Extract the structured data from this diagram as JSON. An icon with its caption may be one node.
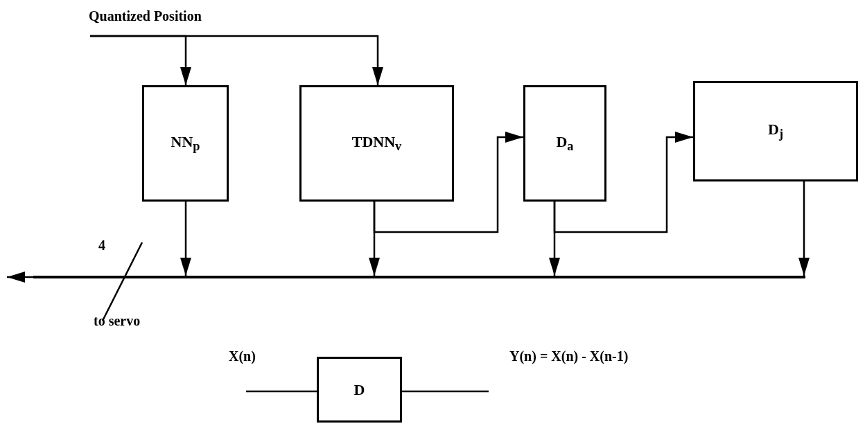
{
  "diagram": {
    "nodes": [
      {
        "text": [
          "Quantized Position"
        ]
      },
      {
        "text": [
          "NN$_{p}$"
        ]
      },
      {
        "text": [
          "TDNN$_{v}$"
        ]
      },
      {
        "text": [
          "D$_{a}$"
        ]
      },
      {
        "text": [
          "D$_{j}$"
        ]
      },
      {
        "text": [],
        "shape": "bar"
      },
      {
        "text": [
          "D"
        ]
      }
    ],
    "edges": [
      {
        "from": 0,
        "to": 1,
        "arrow": "to"
      },
      {
        "from": 0,
        "to": 2,
        "arrow": "to"
      },
      {
        "from": 1,
        "to": 5,
        "arrow": "to"
      },
      {
        "from": 2,
        "to": 3,
        "arrow": "to"
      },
      {
        "from": 2,
        "to": 5,
        "arrow": "to"
      },
      {
        "from": 3,
        "to": 4,
        "arrow": "to"
      },
      {
        "from": 3,
        "to": 5,
        "arrow": "to"
      },
      {
        "from": 4,
        "to": 5,
        "arrow": "to"
      },
      {
        "from": 5,
        "to": null,
        "arrow": "to"
      },
      {
        "from": null,
        "to": 6,
        "arrow": "none"
      },
      {
        "from": 6,
        "to": null,
        "arrow": "none"
      }
    ],
    "labels": [
      "4",
      "to servo",
      "X(n)",
      "Y(n) = X(n) - X(n-1)"
    ]
  }
}
